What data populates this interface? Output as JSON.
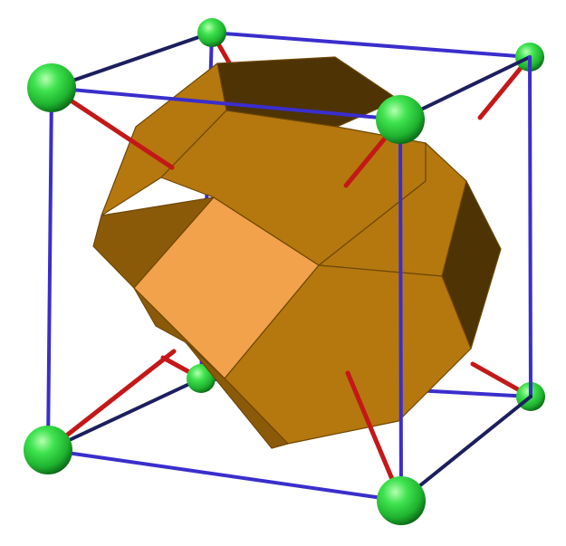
{
  "diagram": {
    "subject": "truncated-octahedron-in-cubic-cell",
    "colors": {
      "background": "#ffffff",
      "cube_edge_front": "#3a2ecc",
      "cube_edge_back": "#1c1f5e",
      "bond": "#c41818",
      "atom": "#22c63a",
      "atom_highlight": "#b6ffb0",
      "atom_shadow": "#0b6a17",
      "face_light": "#f2a24a",
      "face_mid": "#b5780e",
      "face_dark": "#8a5a08",
      "face_darkest": "#4e3304"
    },
    "atoms": [
      "corner-atom",
      "corner-atom",
      "corner-atom",
      "corner-atom",
      "corner-atom",
      "corner-atom",
      "corner-atom",
      "corner-atom"
    ],
    "polyhedron": {
      "faces": [
        "square",
        "hexagon",
        "hexagon",
        "hexagon",
        "hexagon",
        "square",
        "hexagon",
        "square",
        "hexagon",
        "hexagon"
      ]
    }
  }
}
